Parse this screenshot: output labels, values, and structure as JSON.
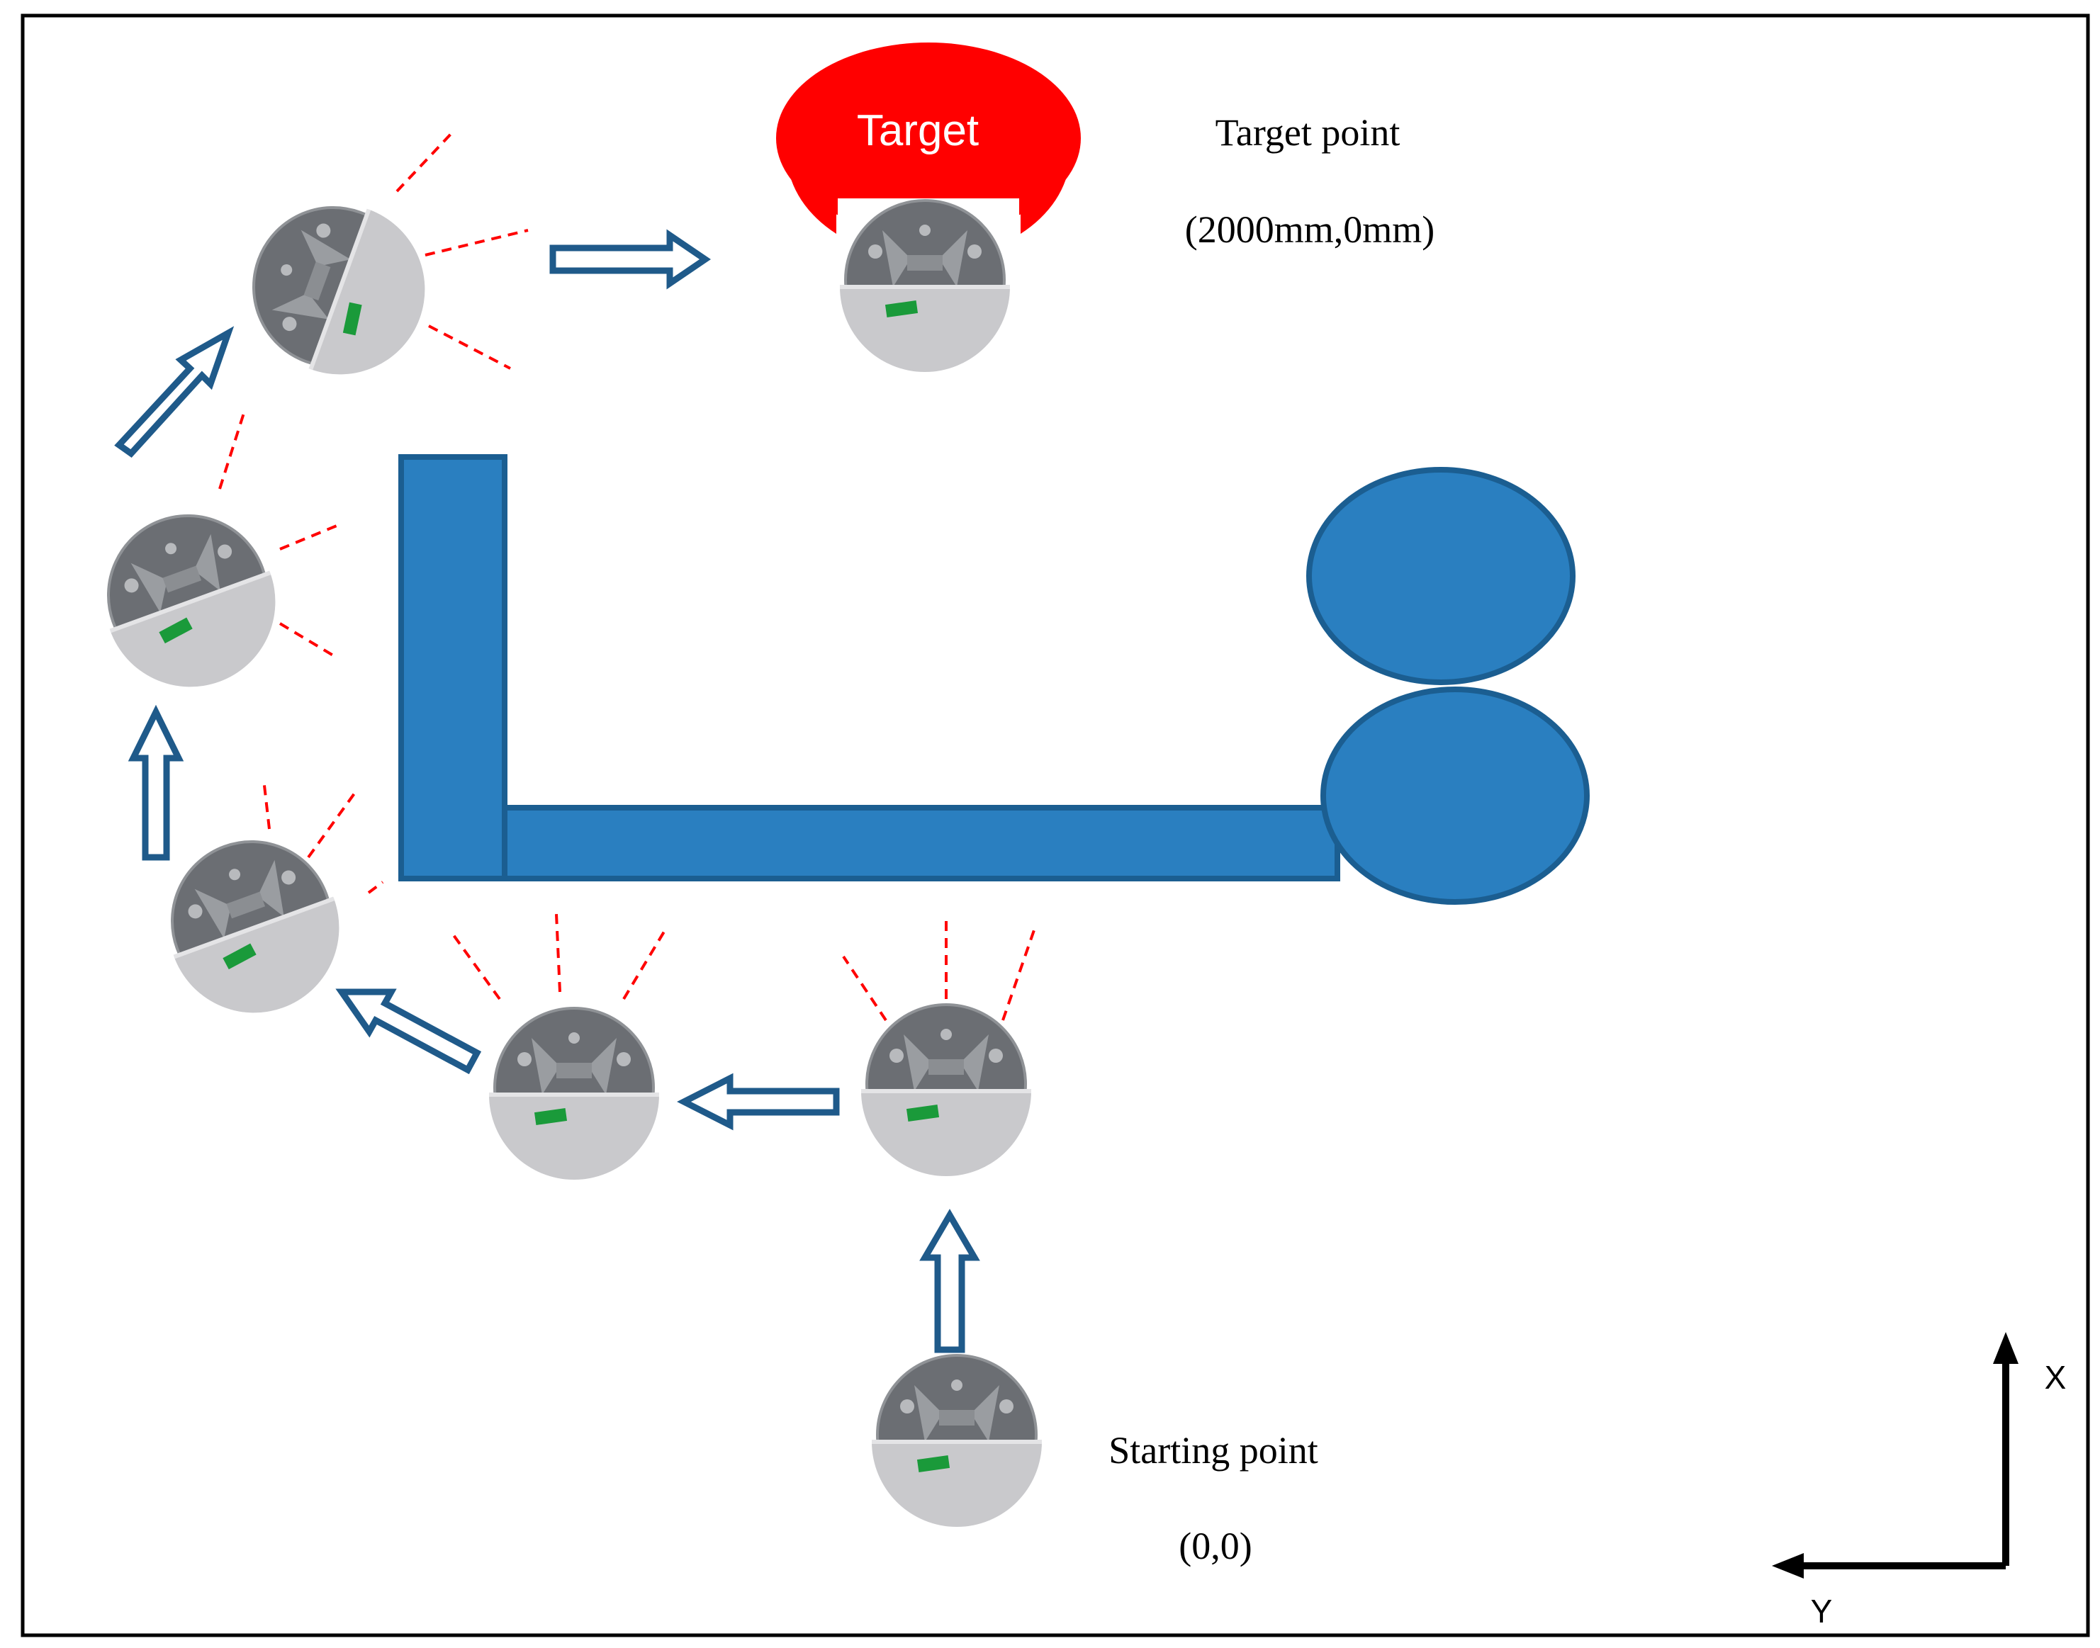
{
  "target": {
    "badge_label": "Target",
    "title": "Target point",
    "coordinates": "(2000mm,0mm)",
    "badge_color": "#ff0000"
  },
  "start": {
    "title": "Starting point",
    "coordinates": "(0,0)"
  },
  "axes": {
    "x_label": "X",
    "y_label": "Y"
  },
  "colors": {
    "obstacle": "#2a7fc0",
    "obstacle_outline": "#1b5e91",
    "path_arrow": "#1f5a8a",
    "sensor_ray": "#ff0000",
    "robot_shell": "#c9c9cc",
    "robot_top": "#6b6e73",
    "robot_led": "#1a9a3a",
    "frame": "#000000"
  }
}
